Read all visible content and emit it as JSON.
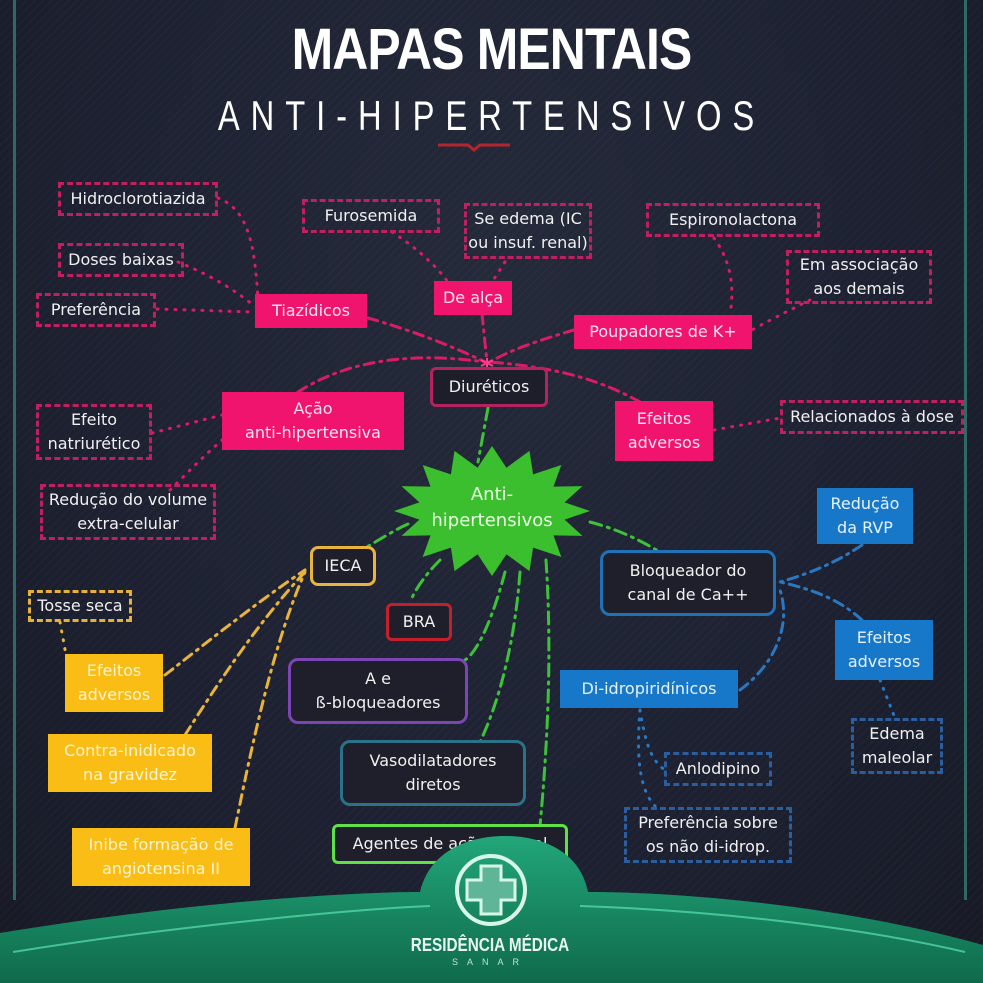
{
  "title": {
    "main": "MAPAS MENTAIS",
    "subtitle": "ANTI-HIPERTENSIVOS"
  },
  "colors": {
    "background": "#1b1f2c",
    "diureticos": "#f0146e",
    "ieca": "#f9bd16",
    "bra": "#c4202c",
    "betabloqueadores": "#7b45b4",
    "vasodilatadores": "#2a7288",
    "agentes_centrais": "#5fe047",
    "bcc": "#1777c9",
    "center": "#3cbf2e",
    "footer": "#1f9a6e"
  },
  "center": {
    "label": "Anti-\nhipertensivos"
  },
  "diureticos": {
    "label": "Diuréticos",
    "tiazidicos": {
      "label": "Tiazídicos",
      "details": [
        "Hidroclorotiazida",
        "Doses baixas",
        "Preferência"
      ]
    },
    "de_alca": {
      "label": "De alça",
      "details": [
        "Furosemida",
        "Se edema (IC\nou insuf. renal)"
      ]
    },
    "poupadores": {
      "label": "Poupadores de K+",
      "details": [
        "Espironolactona",
        "Em associação\naos demais"
      ]
    },
    "acao": {
      "label": "Ação\nanti-hipertensiva",
      "details": [
        "Efeito\nnatriurético",
        "Redução do volume\nextra-celular"
      ]
    },
    "efeitos": {
      "label": "Efeitos\nadversos",
      "details": [
        "Relacionados à dose"
      ]
    }
  },
  "ieca": {
    "label": "IECA",
    "efeitos": {
      "label": "Efeitos\nadversos",
      "details": [
        "Tosse seca"
      ]
    },
    "contra": "Contra-inidicado\nna gravidez",
    "inibe": "Inibe formação de\nangiotensina II"
  },
  "bra": {
    "label": "BRA"
  },
  "betabloq": {
    "label": "A e\nß-bloqueadores"
  },
  "vasodil": {
    "label": "Vasodilatadores\ndiretos"
  },
  "central": {
    "label": "Agentes de ação central"
  },
  "bcc": {
    "label": "Bloqueador do\ncanal de Ca++",
    "rvp": "Redução\nda RVP",
    "efeitos": {
      "label": "Efeitos\nadversos",
      "details": [
        "Edema\nmaleolar"
      ]
    },
    "dihidro": {
      "label": "Di-idropiridínicos",
      "details": [
        "Anlodipino",
        "Preferência sobre\nos não di-idrop."
      ]
    }
  },
  "footer": {
    "brand": "RESIDÊNCIA MÉDICA",
    "sub": "SANAR",
    "logo_icon": "medical-cross-icon"
  }
}
